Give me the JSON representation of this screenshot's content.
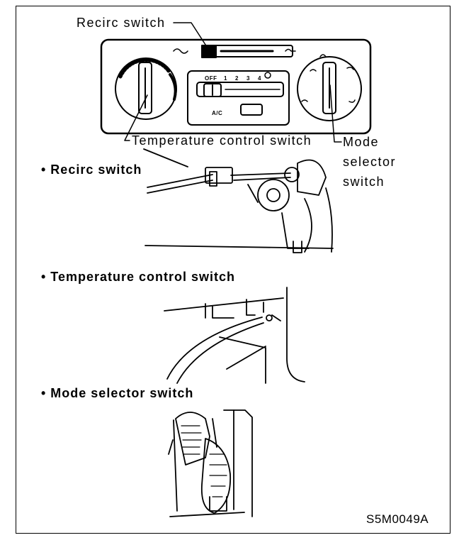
{
  "callouts": {
    "recirc": "Recirc switch",
    "temperature": "Temperature control switch",
    "mode_line1": "Mode",
    "mode_line2": "selector",
    "mode_line3": "switch"
  },
  "panel": {
    "fan_scale": [
      "OFF",
      "1",
      "2",
      "3",
      "4"
    ],
    "ac_label": "A/C"
  },
  "sections": [
    "• Recirc switch",
    "• Temperature control switch",
    "• Mode selector switch"
  ],
  "figure_code": "S5M0049A"
}
